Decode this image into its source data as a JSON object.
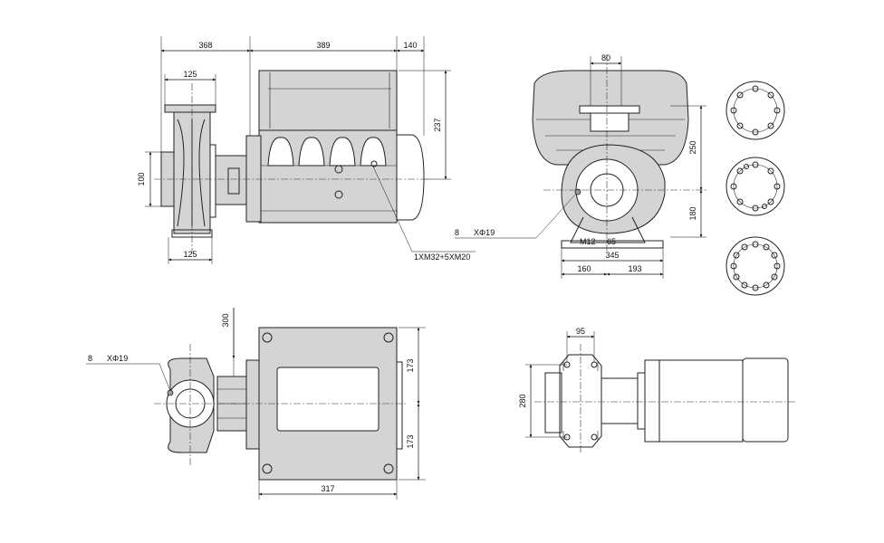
{
  "dimensions": {
    "top_view": {
      "d368": "368",
      "d389": "389",
      "d140": "140",
      "d125_top": "125",
      "d100": "100",
      "d125_bottom": "125",
      "d237": "237",
      "cable": "1XM32+5XM20"
    },
    "front_view": {
      "d80": "80",
      "d250": "250",
      "d180": "180",
      "bolt_count": "8",
      "bolt_spec": "XΦ19",
      "m12": "M12",
      "d65": "65",
      "d345": "345",
      "d160": "160",
      "d193": "193"
    },
    "plan_view": {
      "d300": "300",
      "bolt_count": "8",
      "bolt_spec": "XΦ19",
      "d173_upper": "173",
      "d173_lower": "173",
      "d317": "317"
    },
    "bottom_view": {
      "d95": "95",
      "d280": "280"
    }
  },
  "colors": {
    "line": "#222222",
    "fill": "#d4d4d4",
    "background": "#ffffff"
  }
}
